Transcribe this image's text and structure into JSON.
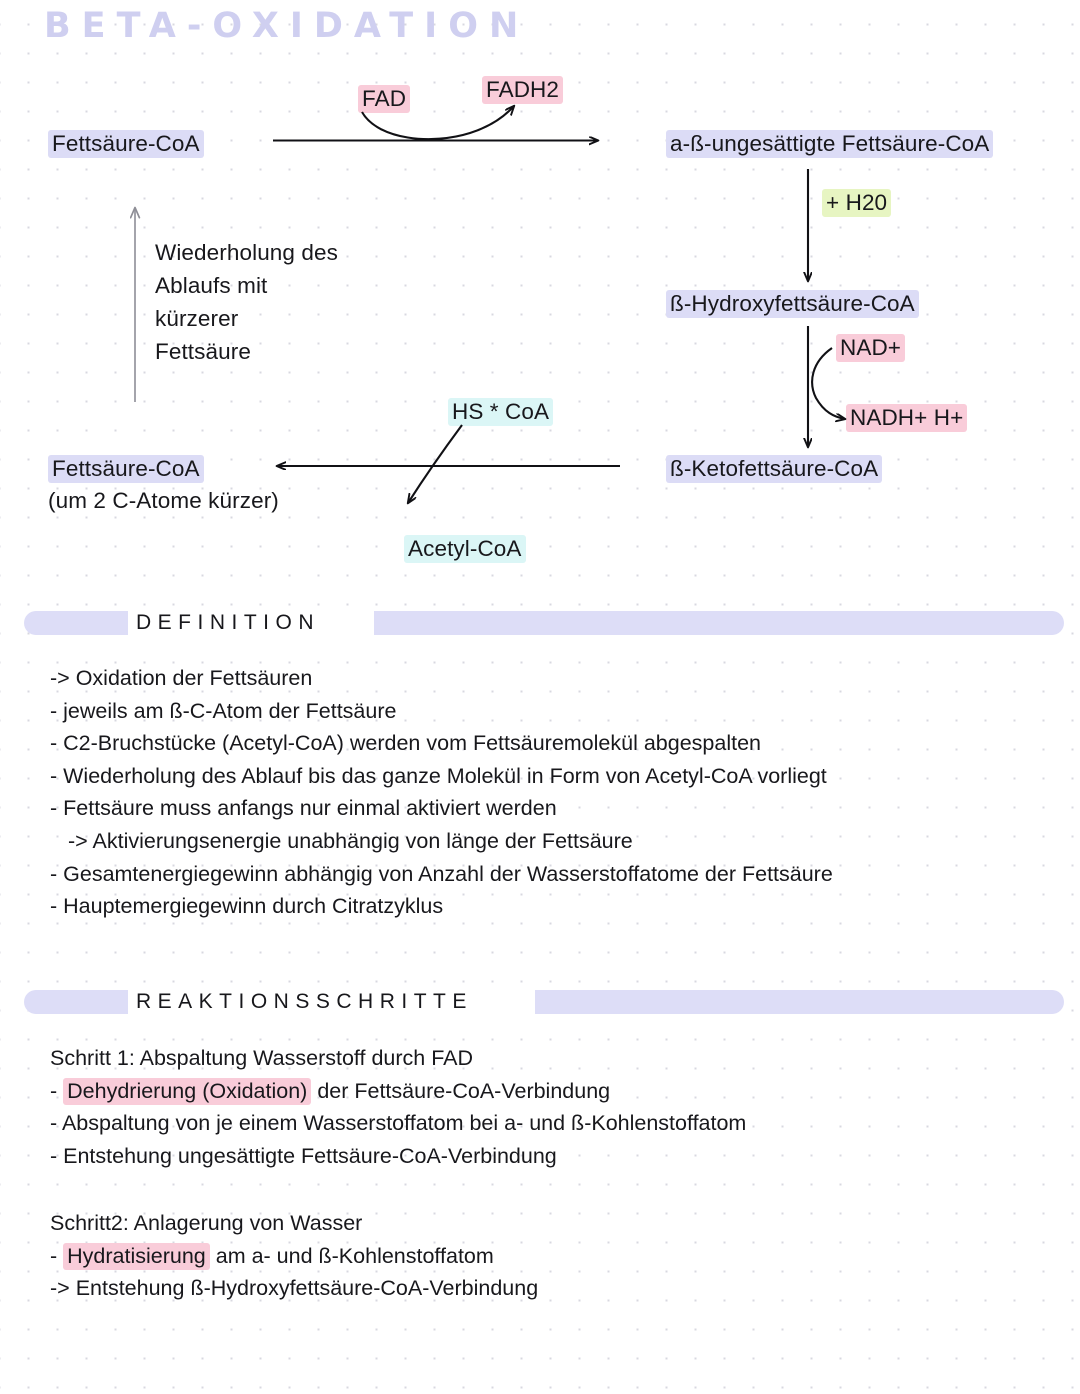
{
  "title": "BETA-OXIDATION",
  "colors": {
    "title": "#cfcff0",
    "highlight_purple": "#dcdcf6",
    "highlight_pink": "#f9ccd9",
    "highlight_green": "#e7f5c2",
    "highlight_cyan": "#dbf6f6",
    "ink": "#18181c",
    "grid_dot": "#d8d8e0"
  },
  "diagram": {
    "nodes": {
      "fettsaeure_coa_start": "Fettsäure-CoA",
      "fad": "FAD",
      "fadh2": "FADH2",
      "unsaturated": "a-ß-ungesättigte Fettsäure-CoA",
      "h2o": "+ H20",
      "hydroxy": "ß-Hydroxyfettsäure-CoA",
      "nad_plus": "NAD+",
      "nadh_h": "NADH+ H+",
      "keto": "ß-Ketofettsäure-CoA",
      "hs_coa": "HS * CoA",
      "acetyl_coa": "Acetyl-CoA",
      "fettsaeure_coa_end": "Fettsäure-CoA",
      "fettsaeure_coa_end_note": "(um 2 C-Atome kürzer)"
    },
    "loop_note": {
      "line1": "Wiederholung des",
      "line2": "Ablaufs mit",
      "line3": "kürzerer",
      "line4": "Fettsäure"
    }
  },
  "sections": {
    "definition": {
      "label": "DEFINITION",
      "items": [
        "-> Oxidation der Fettsäuren",
        "- jeweils am ß-C-Atom der Fettsäure",
        "- C2-Bruchstücke (Acetyl-CoA) werden vom Fettsäuremolekül abgespalten",
        "- Wiederholung des Ablauf bis das ganze Molekül in Form von Acetyl-CoA vorliegt",
        "- Fettsäure muss anfangs nur einmal aktiviert werden",
        "-> Aktivierungsenergie unabhängig von länge der Fettsäure",
        "- Gesamtenergiegewinn abhängig von Anzahl der Wasserstoffatome der Fettsäure",
        "- Hauptemergiegewinn durch Citratzyklus"
      ]
    },
    "reaktionsschritte": {
      "label": "REAKTIONSSCHRITTE",
      "step1": {
        "heading": "Schritt 1: Abspaltung Wasserstoff durch FAD",
        "b1_dash": "- ",
        "b1_mark": "Dehydrierung (Oxidation)",
        "b1_rest": " der Fettsäure-CoA-Verbindung",
        "b2": "- Abspaltung von je einem Wasserstoffatom bei a- und ß-Kohlenstoffatom",
        "b3": "- Entstehung ungesättigte Fettsäure-CoA-Verbindung"
      },
      "step2": {
        "heading": "Schritt2: Anlagerung von Wasser",
        "b1_dash": "- ",
        "b1_mark": "Hydratisierung",
        "b1_rest": " am a- und ß-Kohlenstoffatom",
        "b2": "-> Entstehung ß-Hydroxyfettsäure-CoA-Verbindung"
      }
    }
  }
}
